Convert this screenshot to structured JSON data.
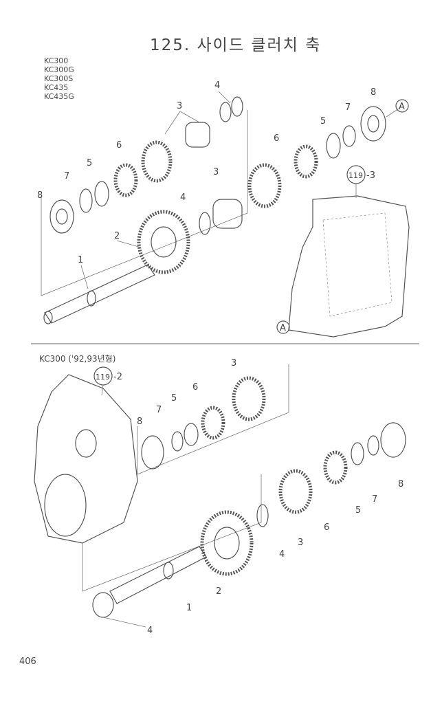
{
  "title": "125. 사이드 클러치 축",
  "models": [
    "KC300",
    "KC300G",
    "KC300S",
    "KC435",
    "KC435G"
  ],
  "section2_label": "KC300 ('92,93년형)",
  "page_number": "406",
  "top_callouts": [
    "4",
    "3",
    "8",
    "7",
    "5",
    "6",
    "6",
    "5",
    "7",
    "8",
    "3",
    "4",
    "2",
    "1"
  ],
  "top_refs": {
    "arrow_ref": "A",
    "housing_ref_num": "119",
    "housing_ref_suffix": "-3",
    "bottom_ref": "A"
  },
  "bottom_callouts": [
    "3",
    "6",
    "5",
    "7",
    "8",
    "8",
    "7",
    "5",
    "6",
    "3",
    "4",
    "2",
    "1",
    "4"
  ],
  "bottom_refs": {
    "housing_ref_num": "119",
    "housing_ref_suffix": "-2"
  }
}
